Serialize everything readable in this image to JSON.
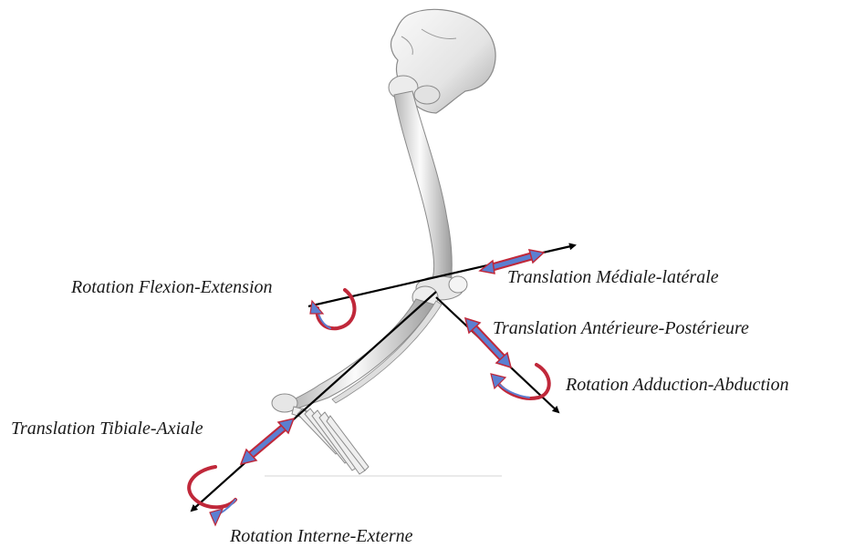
{
  "labels": {
    "flexion_extension": "Rotation Flexion-Extension",
    "mediale_laterale": "Translation Médiale-latérale",
    "anterieure_posterieure": "Translation Antérieure-Postérieure",
    "adduction_abduction": "Rotation Adduction-Abduction",
    "tibiale_axiale": "Translation Tibiale-Axiale",
    "interne_externe": "Rotation Interne-Externe"
  },
  "colors": {
    "axis": "#000000",
    "translation_fill": "#5b7fd1",
    "translation_outline": "#c0283a",
    "rotation": "#c0283a",
    "bone_light": "#f2f2f2",
    "bone_shadow": "#9a9a9a"
  }
}
